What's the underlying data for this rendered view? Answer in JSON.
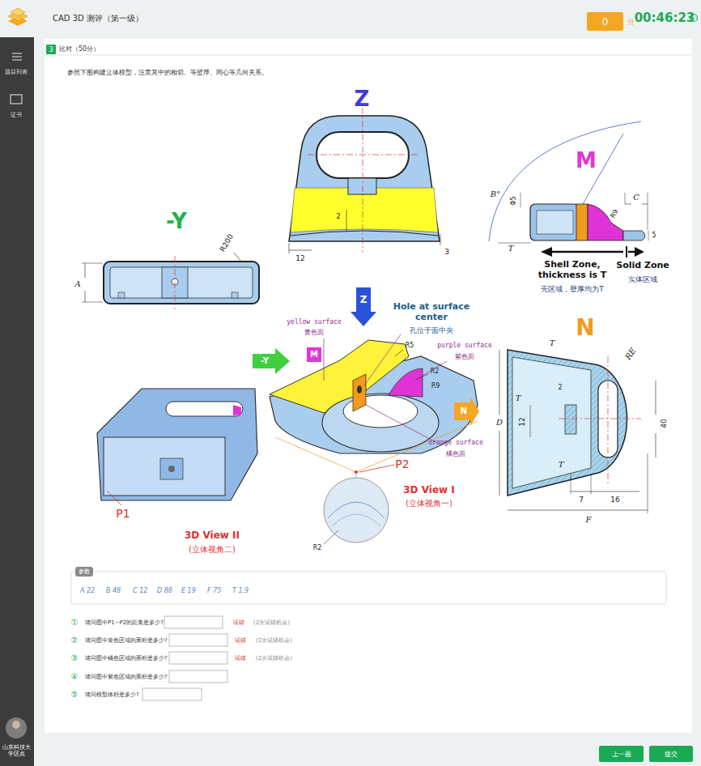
{
  "diagram": {
    "title": "CAD 3D 测评（第一级）",
    "nodes": [
      {
        "text": [
          "0"
        ]
      },
      {
        "text": [
          "3"
        ]
      },
      {
        "text": [
          "参数"
        ]
      },
      {
        "text": [
          "上一题"
        ]
      },
      {
        "text": [
          "提交"
        ]
      }
    ],
    "labels": [
      "分",
      "00:46:23",
      "题目列表",
      "证书",
      "山东科技大学区点",
      "比对（50分）",
      "参照下图构建立体模型，注意其中的相切、等壁厚、同心等几何关系。",
      "Z",
      "2",
      "12",
      "3",
      "-Y",
      "R200",
      "A",
      "M",
      "B°",
      "Φ5",
      "C",
      "R9",
      "5",
      "T",
      "Shell Zone, thickness is T",
      "壳区域，壁厚均为T",
      "Solid Zone",
      "实体区域",
      "N",
      "T",
      "RE",
      "2",
      "T",
      "12",
      "40",
      "D",
      "T",
      "7",
      "16",
      "F",
      "yellow surface",
      "黄色面",
      "Hole at surface center",
      "孔位于面中央",
      "Z",
      "M",
      "-Y",
      "purple surface",
      "紫色面",
      "R5",
      "R2",
      "R9",
      "N",
      "orange surface",
      "橘色面",
      "P2",
      "3D View I",
      "(立体视角一)",
      "R2",
      "P1",
      "3D View II",
      "(立体视角二)",
      "A 22",
      "B 48",
      "C 12",
      "D 88",
      "E 19",
      "F 75",
      "T 1.9",
      "①",
      "请问图中P1~P2的距离是多少?",
      "试错",
      "(2次试错机会)",
      "②",
      "请问图中黄色区域的面积是多少?",
      "试错",
      "(2次试错机会)",
      "③",
      "请问图中橘色区域的面积是多少?",
      "试错",
      "(2次试错机会)",
      "④",
      "请问图中紫色区域的面积是多少?",
      "⑤",
      "请问模型体积是多少?"
    ]
  }
}
